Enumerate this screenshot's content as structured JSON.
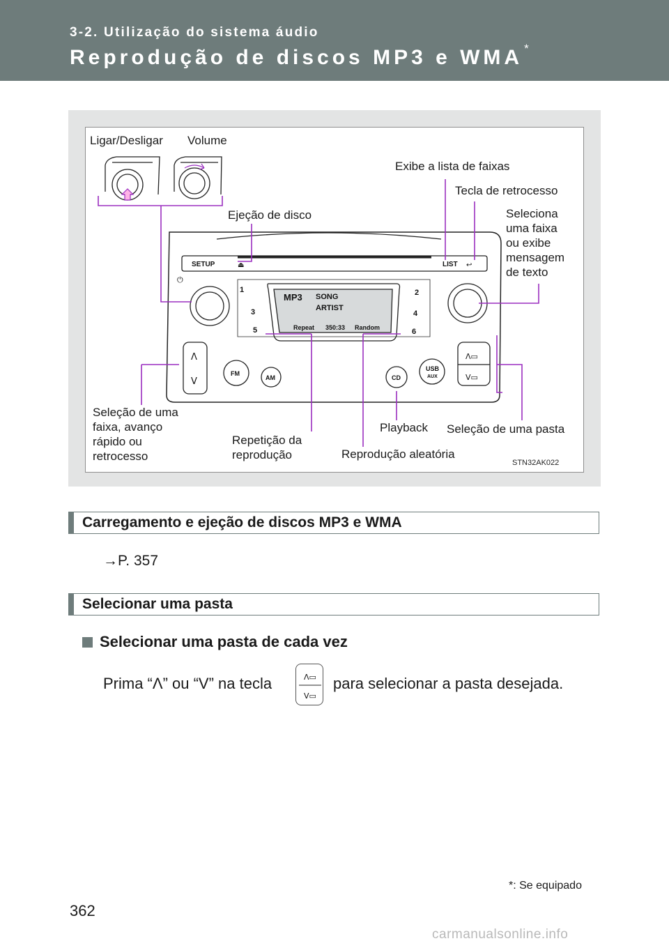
{
  "header": {
    "section": "3-2. Utilização do sistema áudio",
    "title": "Reprodução de discos MP3 e WMA",
    "title_mark": "*"
  },
  "figure": {
    "code": "STN32AK022",
    "callouts": {
      "power": "Ligar/Desligar",
      "volume": "Volume",
      "track_list": "Exibe a lista de faixas",
      "back_key": "Tecla de retrocesso",
      "eject": "Ejeção de disco",
      "select_track": "Seleciona\numa faixa\nou exibe\nmensagem\nde texto",
      "seek": "Seleção de uma\nfaixa, avanço\nrápido ou\nretrocesso",
      "repeat": "Repetição da\nreprodução",
      "random": "Reprodução aleatória",
      "playback": "Playback",
      "folder": "Seleção de uma pasta"
    },
    "unit_labels": {
      "setup": "SETUP",
      "list": "LIST",
      "fm": "FM",
      "am": "AM",
      "cd": "CD",
      "usb": "USB",
      "aux": "AUX",
      "preset_1": "1",
      "preset_2": "2",
      "preset_3": "3",
      "preset_4": "4",
      "preset_5": "5",
      "preset_6": "6",
      "disp_mode": "MP3",
      "disp_song": "SONG",
      "disp_artist": "ARTIST",
      "disp_repeat": "Repeat",
      "disp_time": "350:33",
      "disp_random": "Random"
    }
  },
  "sections": [
    {
      "heading": "Carregamento e ejeção de discos MP3 e WMA",
      "ref": "→P. 357"
    },
    {
      "heading": "Selecionar uma pasta"
    }
  ],
  "subsection": {
    "heading": "Selecionar uma pasta de cada vez",
    "text_before": "Prima “Λ” ou “V” na tecla",
    "text_after": "para selecionar a pasta desejada."
  },
  "footer": {
    "page_number": "362",
    "footnote": "*: Se equipado",
    "watermark": "carmanualsonline.info"
  },
  "colors": {
    "header": "#6e7c7b",
    "callout_line": "#9b2fc0",
    "panel_bg": "#e3e4e4"
  }
}
